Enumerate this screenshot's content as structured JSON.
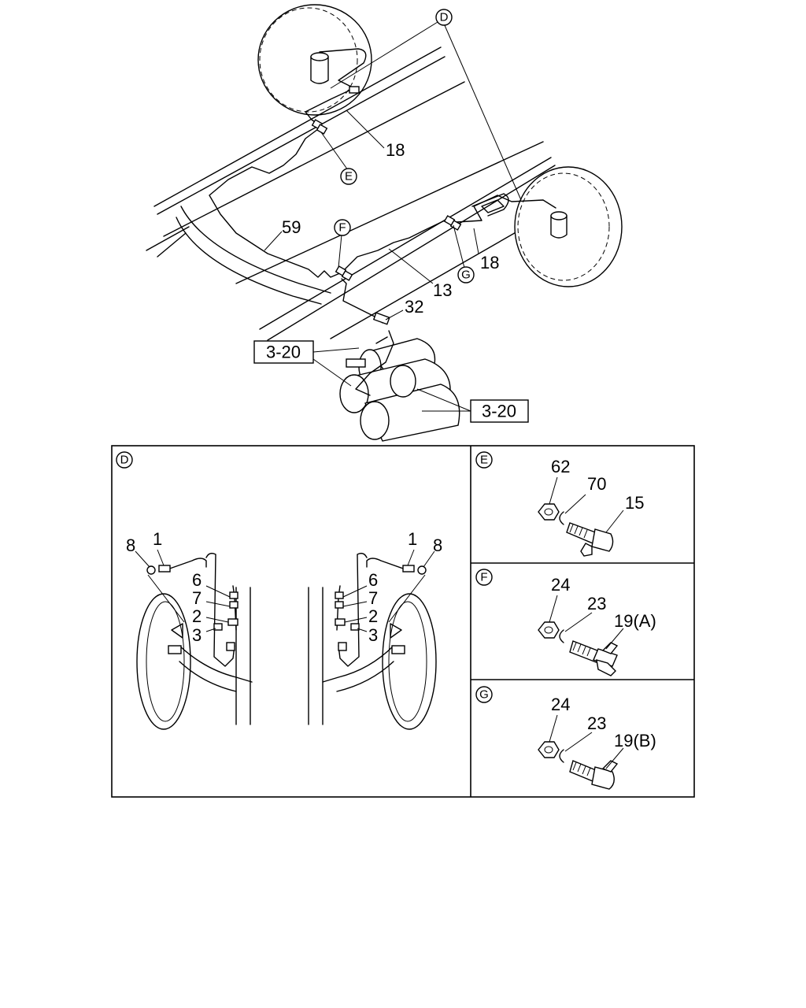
{
  "overview": {
    "callouts": [
      "D",
      "E",
      "F",
      "G"
    ],
    "part_numbers": {
      "p18a": "18",
      "p18b": "18",
      "p59": "59",
      "p13": "13",
      "p32": "32"
    },
    "ref_boxes": [
      "3-20",
      "3-20"
    ]
  },
  "panels": {
    "D": {
      "label": "D",
      "left_labels": {
        "p1": "1",
        "p8": "8",
        "p6": "6",
        "p7": "7",
        "p2": "2",
        "p3": "3"
      },
      "right_labels": {
        "p1": "1",
        "p8": "8",
        "p6": "6",
        "p7": "7",
        "p2": "2",
        "p3": "3"
      }
    },
    "E": {
      "label": "E",
      "parts": [
        "62",
        "70",
        "15"
      ]
    },
    "F": {
      "label": "F",
      "parts": [
        "24",
        "23",
        "19(A)"
      ]
    },
    "G": {
      "label": "G",
      "parts": [
        "24",
        "23",
        "19(B)"
      ]
    }
  }
}
